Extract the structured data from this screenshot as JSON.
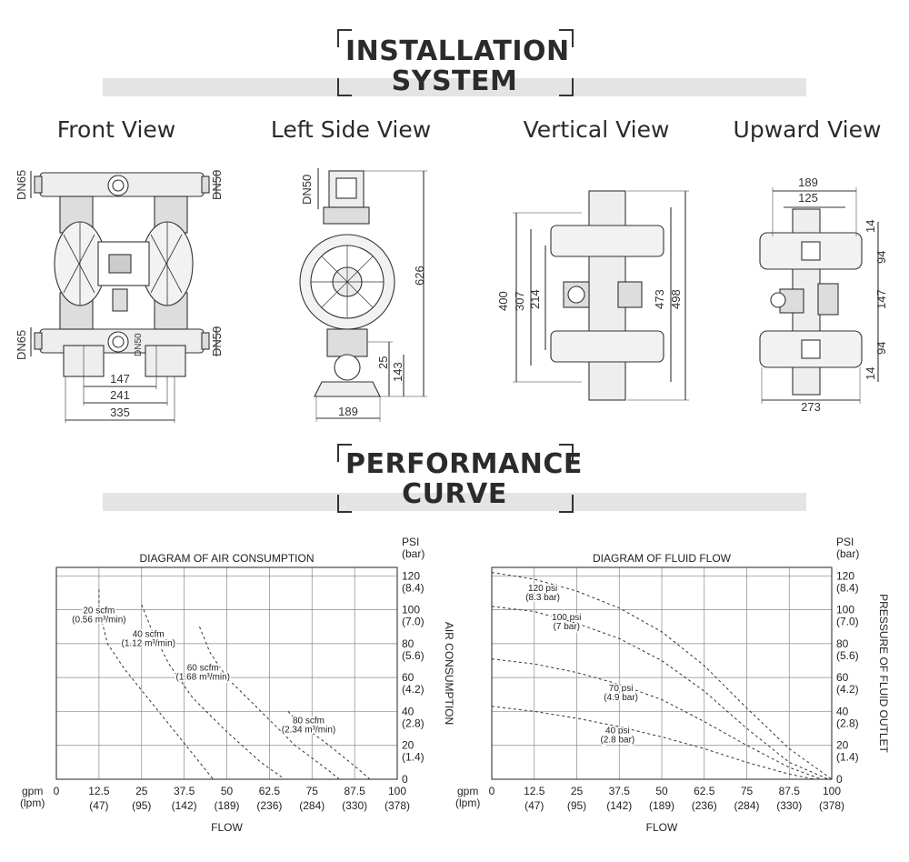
{
  "sections": {
    "installation": {
      "line1": "INSTALLATION",
      "line2": "SYSTEM"
    },
    "performance": {
      "line1": "PERFORMANCE",
      "line2": "CURVE"
    }
  },
  "views": [
    {
      "label": "Front View",
      "dims": {
        "dn_left_top": "DN65",
        "dn_right_top": "DN50",
        "dn_left_bottom": "DN65",
        "dn_right_bottom": "DN50",
        "dn_center": "DN50",
        "w1": "147",
        "w2": "241",
        "w3": "335"
      }
    },
    {
      "label": "Left Side View",
      "dims": {
        "dn_top": "DN50",
        "height": "626",
        "d25": "25",
        "d143": "143",
        "width": "189"
      }
    },
    {
      "label": "Vertical View",
      "dims": {
        "d400": "400",
        "d307": "307",
        "d214": "214",
        "d473": "473",
        "d498": "498"
      }
    },
    {
      "label": "Upward View",
      "dims": {
        "d189": "189",
        "d125": "125",
        "d14a": "14",
        "d94a": "94",
        "d147": "147",
        "d94b": "94",
        "d14b": "14",
        "d273": "273"
      }
    }
  ],
  "charts": {
    "psi_unit": "PSI",
    "bar_unit": "(bar)",
    "pressure_labels": [
      {
        "psi": "120",
        "bar": "(8.4)"
      },
      {
        "psi": "100",
        "bar": "(7.0)"
      },
      {
        "psi": "80",
        "bar": "(5.6)"
      },
      {
        "psi": "60",
        "bar": "(4.2)"
      },
      {
        "psi": "40",
        "bar": "(2.8)"
      },
      {
        "psi": "20",
        "bar": "(1.4)"
      },
      {
        "psi": "0",
        "bar": ""
      }
    ],
    "gpm_unit": "gpm",
    "lpm_unit": "(lpm)",
    "flow_labels": [
      {
        "gpm": "0",
        "lpm": ""
      },
      {
        "gpm": "12.5",
        "lpm": "(47)"
      },
      {
        "gpm": "25",
        "lpm": "(95)"
      },
      {
        "gpm": "37.5",
        "lpm": "(142)"
      },
      {
        "gpm": "50",
        "lpm": "(189)"
      },
      {
        "gpm": "62.5",
        "lpm": "(236)"
      },
      {
        "gpm": "75",
        "lpm": "(284)"
      },
      {
        "gpm": "87.5",
        "lpm": "(330)"
      },
      {
        "gpm": "100",
        "lpm": "(378)"
      }
    ],
    "flow_axis_label": "FLOW"
  },
  "chart_data": [
    {
      "type": "line",
      "title": "DIAGRAM OF AIR CONSUMPTION",
      "xlabel": "FLOW",
      "ylabel": "AIR CONSUMPTION",
      "xlim": [
        0,
        100
      ],
      "ylim": [
        0,
        125
      ],
      "x_units": "gpm",
      "y_units": "psi",
      "grid": true,
      "series": [
        {
          "name": "20 scfm (0.56 m³/min)",
          "x": [
            12.5,
            12.5,
            15,
            20,
            30,
            40,
            46
          ],
          "y": [
            112,
            100,
            80,
            65,
            40,
            15,
            0
          ]
        },
        {
          "name": "40 scfm (1.12 m³/min)",
          "x": [
            25,
            28,
            33,
            40,
            50,
            60,
            67
          ],
          "y": [
            103,
            88,
            68,
            48,
            28,
            10,
            0
          ]
        },
        {
          "name": "60 scfm (1.68 m³/min)",
          "x": [
            42,
            45,
            50,
            60,
            70,
            80,
            83
          ],
          "y": [
            90,
            75,
            60,
            40,
            20,
            5,
            0
          ]
        },
        {
          "name": "80 scfm (2.34 m³/min)",
          "x": [
            68,
            72,
            80,
            88,
            92
          ],
          "y": [
            40,
            32,
            20,
            7,
            0
          ]
        }
      ]
    },
    {
      "type": "line",
      "title": "DIAGRAM OF FLUID FLOW",
      "xlabel": "FLOW",
      "ylabel": "PRESSURE OF FLUID OUTLET",
      "xlim": [
        0,
        100
      ],
      "ylim": [
        0,
        125
      ],
      "x_units": "gpm",
      "y_units": "psi",
      "grid": true,
      "series": [
        {
          "name": "120 psi (8.3 bar)",
          "x": [
            0,
            12.5,
            25,
            37.5,
            50,
            62.5,
            75,
            87.5,
            100
          ],
          "y": [
            122,
            118,
            111,
            101,
            87,
            67,
            42,
            18,
            0
          ]
        },
        {
          "name": "100 psi (7 bar)",
          "x": [
            0,
            12.5,
            25,
            37.5,
            50,
            62.5,
            75,
            87.5,
            99
          ],
          "y": [
            102,
            99,
            92,
            83,
            70,
            52,
            30,
            10,
            0
          ]
        },
        {
          "name": "70 psi (4.9 bar)",
          "x": [
            0,
            12.5,
            25,
            37.5,
            50,
            62.5,
            75,
            87.5,
            97
          ],
          "y": [
            71,
            68,
            63,
            56,
            47,
            34,
            20,
            7,
            0
          ]
        },
        {
          "name": "40 psi (2.8 bar)",
          "x": [
            0,
            12.5,
            25,
            37.5,
            50,
            62.5,
            75,
            87.5,
            95
          ],
          "y": [
            43,
            40,
            36,
            31,
            25,
            18,
            10,
            3,
            0
          ]
        }
      ]
    }
  ]
}
